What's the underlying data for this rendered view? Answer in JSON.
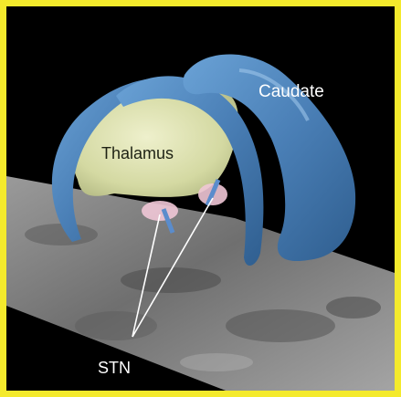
{
  "figure": {
    "labels": {
      "thalamus": "Thalamus",
      "caudate": "Caudate",
      "stn": "STN"
    },
    "colors": {
      "border": "#f4ea2c",
      "background": "#000000",
      "caudate": "#4f86bd",
      "thalamus": "#dfe3b3",
      "stn": "#f0c7d6",
      "mri_slice": "#8a8a8a",
      "pointer_lines": "#ffffff"
    }
  }
}
